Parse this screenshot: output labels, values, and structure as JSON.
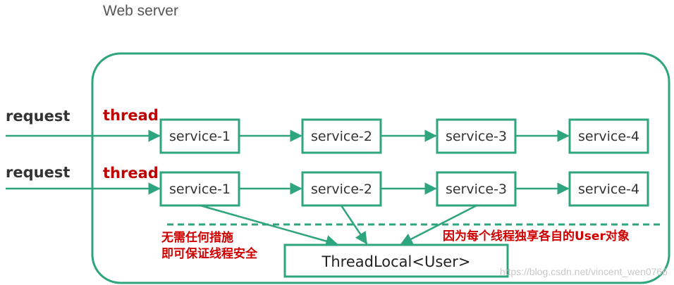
{
  "title": "Web server",
  "rows": [
    {
      "request": "request",
      "thread": "thread",
      "services": [
        "service-1",
        "service-2",
        "service-3",
        "service-4"
      ]
    },
    {
      "request": "request",
      "thread": "thread",
      "services": [
        "service-1",
        "service-2",
        "service-3",
        "service-4"
      ]
    }
  ],
  "threadlocal": "ThreadLocal<User>",
  "note_left": [
    "无需任何措施",
    "即可保证线程安全"
  ],
  "note_right": "因为每个线程独享各自的User对象",
  "watermark": "https://blog.csdn.net/vincent_wen0766",
  "colors": {
    "green": "#2ea57e",
    "red": "#c00000",
    "text": "#333333"
  }
}
